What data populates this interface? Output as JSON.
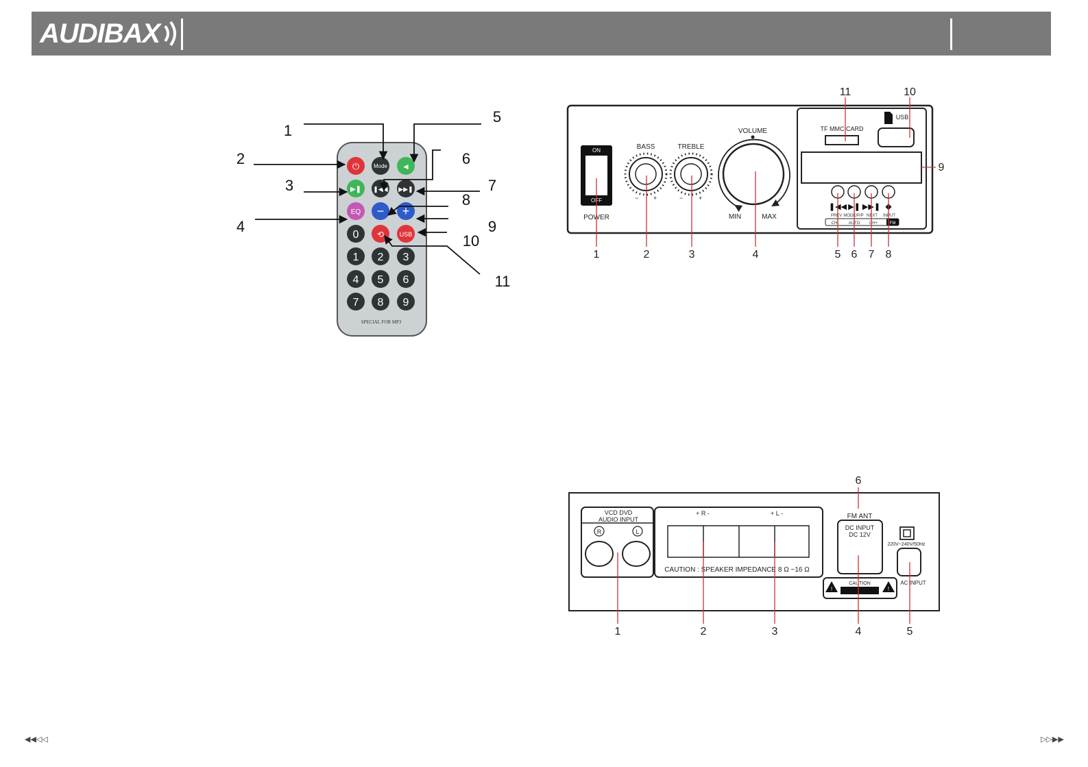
{
  "header": {
    "logo": "AUDIBAX"
  },
  "remote": {
    "buttons": {
      "mode": "Mode",
      "eq": "EQ",
      "usb": "USB"
    },
    "digits": [
      "0",
      "1",
      "2",
      "3",
      "4",
      "5",
      "6",
      "7",
      "8",
      "9"
    ],
    "footer": "SPECIAL FOR MP3",
    "callouts": [
      "1",
      "2",
      "3",
      "4",
      "5",
      "6",
      "7",
      "8",
      "9",
      "10",
      "11"
    ]
  },
  "front_panel": {
    "switch_on": "ON",
    "switch_off": "OFF",
    "power": "POWER",
    "bass": "BASS",
    "treble": "TREBLE",
    "volume": "VOLUME",
    "min": "MIN",
    "max": "MAX",
    "tf_card": "TF MMC CARD",
    "usb": "USB",
    "btn_labels": [
      "PREV",
      "MODE/P/P",
      "NEXT",
      "INPUT"
    ],
    "btn_sub": [
      "CH-",
      "AUTO",
      "CH+",
      "FM"
    ],
    "callouts": [
      "1",
      "2",
      "3",
      "4",
      "5",
      "6",
      "7",
      "8",
      "9",
      "10",
      "11"
    ]
  },
  "back_panel": {
    "audio_input_l1": "VCD DVD",
    "audio_input_l2": "AUDIO INPUT",
    "r_jack": "R",
    "l_jack": "L",
    "speaker_r": "+  R  -",
    "speaker_l": "+  L  -",
    "caution_speaker": "CAUTION : SPEAKER IMPEDANCE 8 Ω ~16 Ω",
    "fm_ant": "FM ANT",
    "dc_input_l1": "DC INPUT",
    "dc_input_l2": "DC 12V",
    "voltage": "220V~240V/50Hz",
    "ac_input": "AC INPUT",
    "caution": "CAUTION",
    "callouts": [
      "1",
      "2",
      "3",
      "4",
      "5",
      "6"
    ]
  }
}
